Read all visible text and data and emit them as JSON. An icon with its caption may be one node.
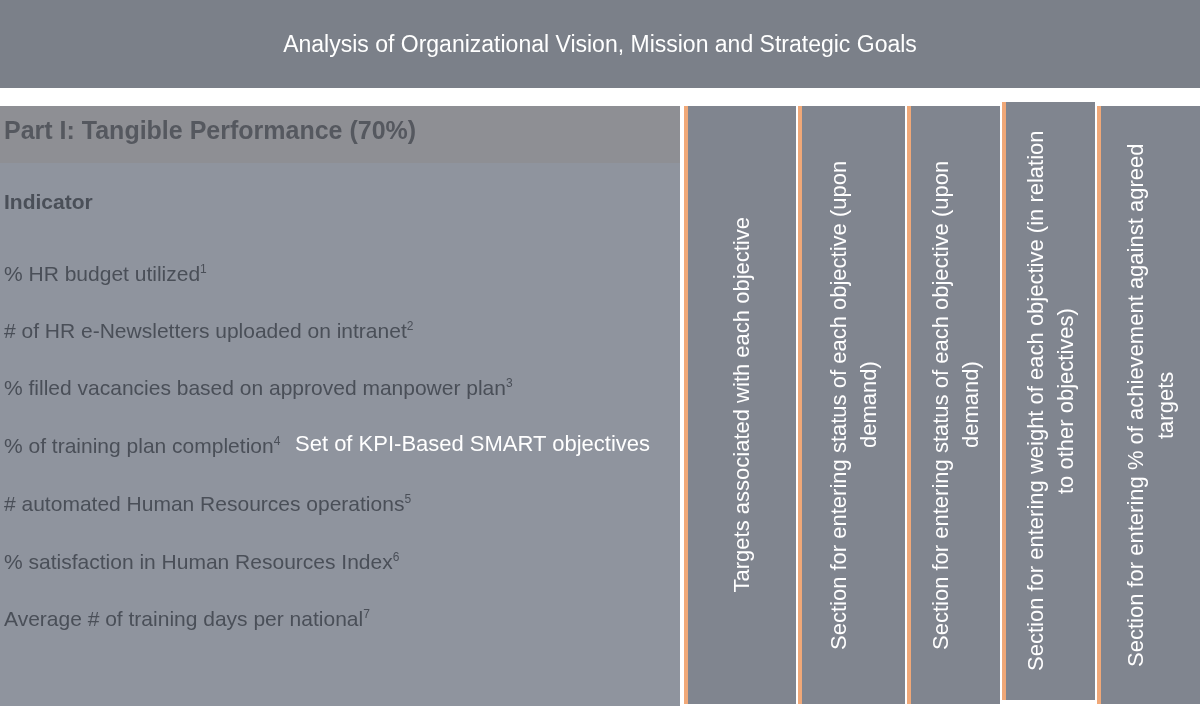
{
  "diagram": {
    "nodes": [
      {
        "text": [
          "Analysis of Organizational Vision, Mission and Strategic Goals"
        ]
      },
      {
        "text": [
          "Set of KPI-Based SMART objectives"
        ]
      },
      {
        "text": [
          "Targets associated with each objective"
        ]
      },
      {
        "text": [
          "Section for entering status of each objective (upon demand)"
        ]
      },
      {
        "text": [
          "Section for entering status of each objective (upon demand)"
        ]
      },
      {
        "text": [
          "Section for entering weight of each objective (in relation to other objectives)"
        ]
      },
      {
        "text": [
          "Section for entering % of achievement against agreed targets"
        ]
      }
    ],
    "labels": [
      "Part I: Tangible Performance (70%)",
      "Indicator",
      "% HR budget utilized$^{1}$",
      "# of HR e-Newsletters uploaded on intranet$^{2}$",
      "% filled vacancies based on approved manpower plan$^{3}$",
      "% of training plan completion$^{4}$",
      "# automated Human Resources operations$^{5}$",
      "% satisfaction in Human Resources Index$^{6}$",
      "Average # of training days per national$^{7}$"
    ]
  }
}
